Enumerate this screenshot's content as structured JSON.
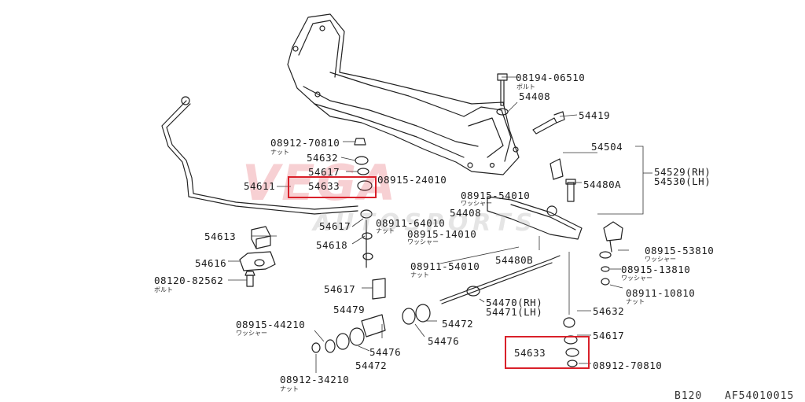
{
  "watermark": {
    "brand": "VEGA",
    "sub": "AUTOSPORTS"
  },
  "labels": {
    "p08194_06510": "08194-06510",
    "bolt_1": "ボルト",
    "p54408_top": "54408",
    "p54419": "54419",
    "p54504": "54504",
    "p54529": "54529(RH)",
    "p54530": "54530(LH)",
    "p54480a": "54480A",
    "p08912_70810_top": "08912-70810",
    "nut_1": "ナット",
    "p54632_left": "54632",
    "p54617_a": "54617",
    "p54611": "54611",
    "p54633_left": "54633",
    "p08915_24010": "08915-24010",
    "p08915_54010": "08915-54010",
    "washer_1": "ワッシャー",
    "p54408_mid": "54408",
    "p08911_64010": "08911-64010",
    "nut_2": "ナット",
    "p08915_14010": "08915-14010",
    "washer_2": "ワッシャー",
    "p54613": "54613",
    "p54617_b": "54617",
    "p54618": "54618",
    "p54616": "54616",
    "p08120_82562": "08120-82562",
    "bolt_2": "ボルト",
    "p08911_54010": "08911-54010",
    "nut_3": "ナット",
    "p54480b": "54480B",
    "p08915_53810": "08915-53810",
    "washer_3": "ワッシャー",
    "p08915_13810": "08915-13810",
    "washer_4": "ワッシャー",
    "p08911_10810": "08911-10810",
    "nut_4": "ナット",
    "p54617_c": "54617",
    "p54479": "54479",
    "p54470": "54470(RH)",
    "p54471": "54471(LH)",
    "p54632_right": "54632",
    "p08915_44210": "08915-44210",
    "washer_5": "ワッシャー",
    "p54472_a": "54472",
    "p54476_a": "54476",
    "p54476_b": "54476",
    "p54472_b": "54472",
    "p54617_d": "54617",
    "p54633_right": "54633",
    "p08912_70810_bot": "08912-70810",
    "p08912_34210": "08912-34210",
    "nut_5": "ナット"
  },
  "footer": {
    "code_left": "B120",
    "code_right": "AF54010015"
  },
  "colors": {
    "highlight": "#d9202a",
    "line": "#222222",
    "watermark_red": "#dc2837"
  }
}
